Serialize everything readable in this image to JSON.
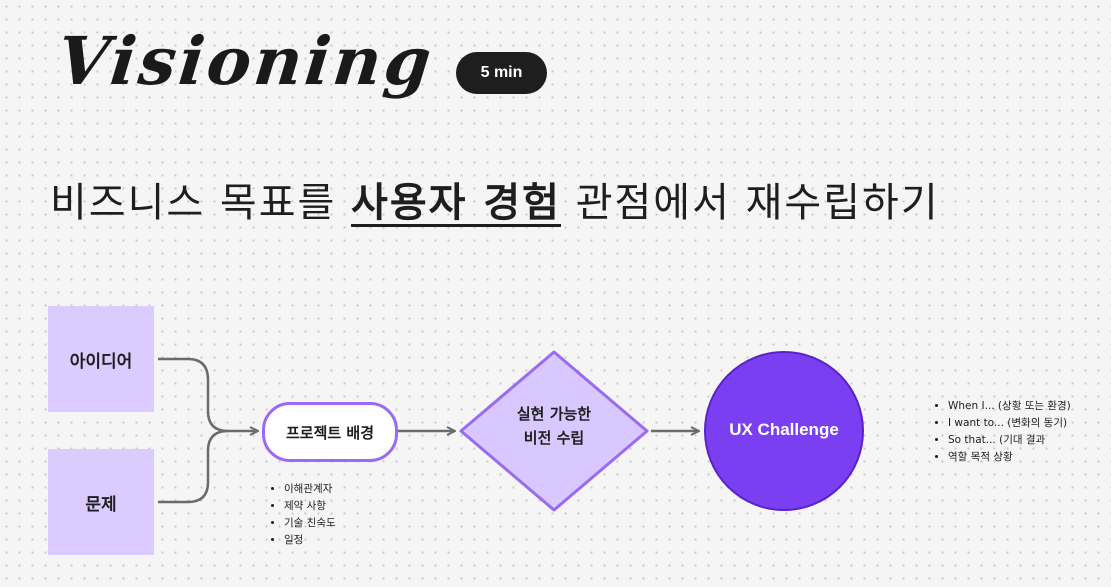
{
  "title": "Visioning",
  "timer": "5 min",
  "subtitle": {
    "before": "비즈니스 목표를",
    "emphasis": "사용자 경험",
    "after": "관점에서 재수립하기"
  },
  "flow": {
    "input_1": "아이디어",
    "input_2": "문제",
    "step_1": "프로젝트 배경",
    "step_2_line1": "실현 가능한",
    "step_2_line2": "비전 수립",
    "output": "UX Challenge"
  },
  "step_1_notes": [
    "이해관계자",
    "제약 사항",
    "기술 친숙도",
    "일정"
  ],
  "output_notes": [
    "When I... (상황 또는 환경)",
    "I want to... (변화의 동기)",
    "So that... (기대 결과",
    "역할 목적 상황"
  ],
  "colors": {
    "sticky": "#dccbff",
    "accent_purple": "#7a3ff0",
    "border_purple": "#9a6bf0",
    "diamond_fill": "#d9c8ff",
    "connector": "#6b6b6b",
    "dark": "#1e1e1e"
  }
}
